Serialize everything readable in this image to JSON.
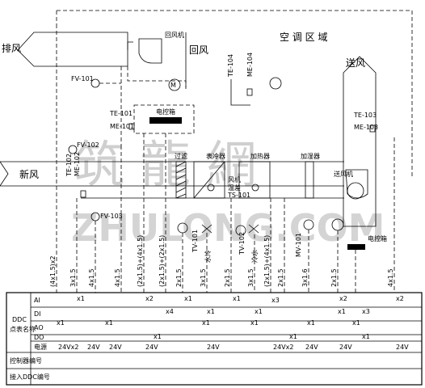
{
  "zone": {
    "label": "空 调 区 域"
  },
  "air": {
    "exhaust": "排风",
    "return_fan": "回风机",
    "return_air": "回风",
    "fresh": "新风",
    "supply": "送风",
    "supply_fan": "送风机"
  },
  "cabinet": {
    "left": "电控箱",
    "right": "电控箱"
  },
  "sections": {
    "filter": "过滤",
    "cooling": "表冷器",
    "heating": "加热器",
    "humidifier": "加湿器",
    "unit_label_a": "风机",
    "unit_label_b": "温差"
  },
  "devices": {
    "fv101": "FV-101",
    "fv102": "FV-102",
    "fv103": "FV-103",
    "te101": "TE-101",
    "me101": "ME-101",
    "te102": "TE-102",
    "me102": "ME-102",
    "te103": "TE-103",
    "me103": "ME-103",
    "te104": "TE-104",
    "me104": "ME-104",
    "ts101": "TS-101",
    "tv101": "TV-101",
    "tv102": "TV-102",
    "mv101": "MV-101",
    "water1": "水冷",
    "water2": "冷水"
  },
  "cables": [
    "(4x1.5)x2",
    "3x1.5",
    "4x1.5",
    "4x1.5",
    "(2x1.5)+(4x1.5)",
    "(2x1.5)+(2x1.5)",
    "2x1.5",
    "3x1.5",
    "2x1.5",
    "3x1.5",
    "(2x1.5)+(4x1.5)",
    "2x1.5",
    "3x1.6",
    "2x1.5",
    "4x1.5"
  ],
  "table": {
    "ddc_label": "DDC",
    "ddc_sub": "点表名称",
    "rows": [
      "AI",
      "DI",
      "AO",
      "DO",
      "电源"
    ],
    "bottom_rows": [
      "控制器编号",
      "接入DDC编号"
    ],
    "ai_marks": [
      "x1",
      "x2",
      "x1",
      "x1",
      "x2",
      "x2"
    ],
    "di_marks": [
      "x4",
      "x1",
      "x1",
      "x3",
      "x1",
      "x3"
    ],
    "ao_marks": [
      "x1",
      "x1",
      "x1",
      "x1",
      "x1",
      "x1"
    ],
    "do_marks": [
      "x1",
      "x1",
      "x1"
    ],
    "power_marks": [
      "24Vx2",
      "24V",
      "24V",
      "24V",
      "24V",
      "24Vx2",
      "24V",
      "24V",
      "24V"
    ]
  },
  "watermark": {
    "cn": "筑 龍 網",
    "en": "ZHULONG.COM"
  }
}
